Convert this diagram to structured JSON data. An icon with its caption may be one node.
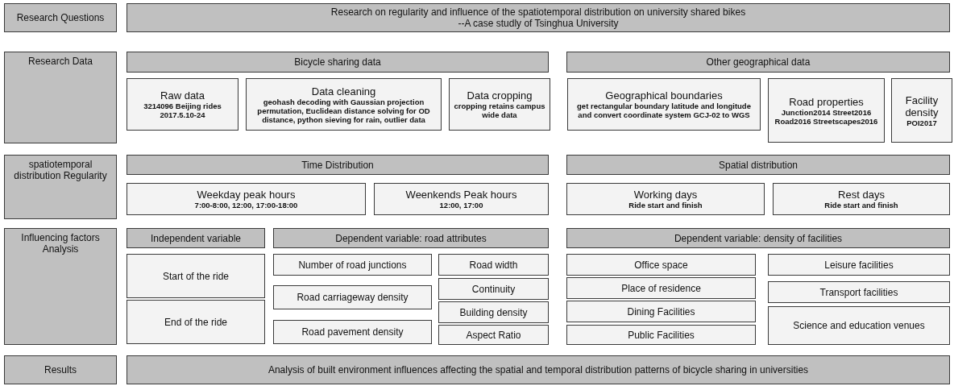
{
  "diagram": {
    "nodes": [
      {
        "text": [
          "Research Questions"
        ]
      },
      {
        "text": [
          "Research on regularity and influence of the spatiotemporal distribution on university shared bikes",
          "--A case studly of Tsinghua University"
        ]
      },
      {
        "text": [
          "Research Data"
        ]
      },
      {
        "text": [
          "Bicycle sharing data"
        ]
      },
      {
        "text": [
          "Other geographical data"
        ]
      },
      {
        "text": [
          "Raw data",
          "3214096 Beijing rides 2017.5.10-24"
        ]
      },
      {
        "text": [
          "Data cleaning",
          "geohash decoding with Gaussian projection permutation, Euclidean distance solving for OD distance, python sieving for rain, outlier data"
        ]
      },
      {
        "text": [
          "Data cropping",
          "cropping retains campus wide data"
        ]
      },
      {
        "text": [
          "Geographical boundaries",
          "get rectangular boundary latitude and longitude and convert coordinate system GCJ-02 to WGS"
        ]
      },
      {
        "text": [
          "Road properties",
          "Junction2014 Street2016 Road2016 Streetscapes2016"
        ]
      },
      {
        "text": [
          "Facility density",
          "POI2017"
        ]
      },
      {
        "text": [
          "spatiotemporal distribution Regularity"
        ]
      },
      {
        "text": [
          "Time Distribution"
        ]
      },
      {
        "text": [
          "Spatial distribution"
        ]
      },
      {
        "text": [
          "Weekday peak hours",
          "7:00-8:00, 12:00, 17:00-18:00"
        ]
      },
      {
        "text": [
          "Weenkends Peak hours",
          "12:00, 17:00"
        ]
      },
      {
        "text": [
          "Working days",
          "Ride start and finish"
        ]
      },
      {
        "text": [
          "Rest days",
          "Ride start and finish"
        ]
      },
      {
        "text": [
          "Influencing factors Analysis"
        ]
      },
      {
        "text": [
          "Independent variable"
        ]
      },
      {
        "text": [
          "Dependent variable: road attributes"
        ]
      },
      {
        "text": [
          "Dependent variable: density of facilities"
        ]
      },
      {
        "text": [
          "Start of the ride"
        ]
      },
      {
        "text": [
          "End of the ride"
        ]
      },
      {
        "text": [
          "Number of road junctions"
        ]
      },
      {
        "text": [
          "Road width"
        ]
      },
      {
        "text": [
          "Road carriageway density"
        ]
      },
      {
        "text": [
          "Continuity"
        ]
      },
      {
        "text": [
          "Building density"
        ]
      },
      {
        "text": [
          "Road pavement density"
        ]
      },
      {
        "text": [
          "Aspect Ratio"
        ]
      },
      {
        "text": [
          "Office space"
        ]
      },
      {
        "text": [
          "Leisure facilities"
        ]
      },
      {
        "text": [
          "Place of residence"
        ]
      },
      {
        "text": [
          "Transport facilities"
        ]
      },
      {
        "text": [
          "Dining Facilities"
        ]
      },
      {
        "text": [
          "Science and education venues"
        ]
      },
      {
        "text": [
          "Public Facilities"
        ]
      },
      {
        "text": [
          "Results"
        ]
      },
      {
        "text": [
          "Analysis of built environment influences affecting the spatial and temporal distribution patterns of bicycle sharing in universities"
        ]
      }
    ],
    "edges": []
  }
}
